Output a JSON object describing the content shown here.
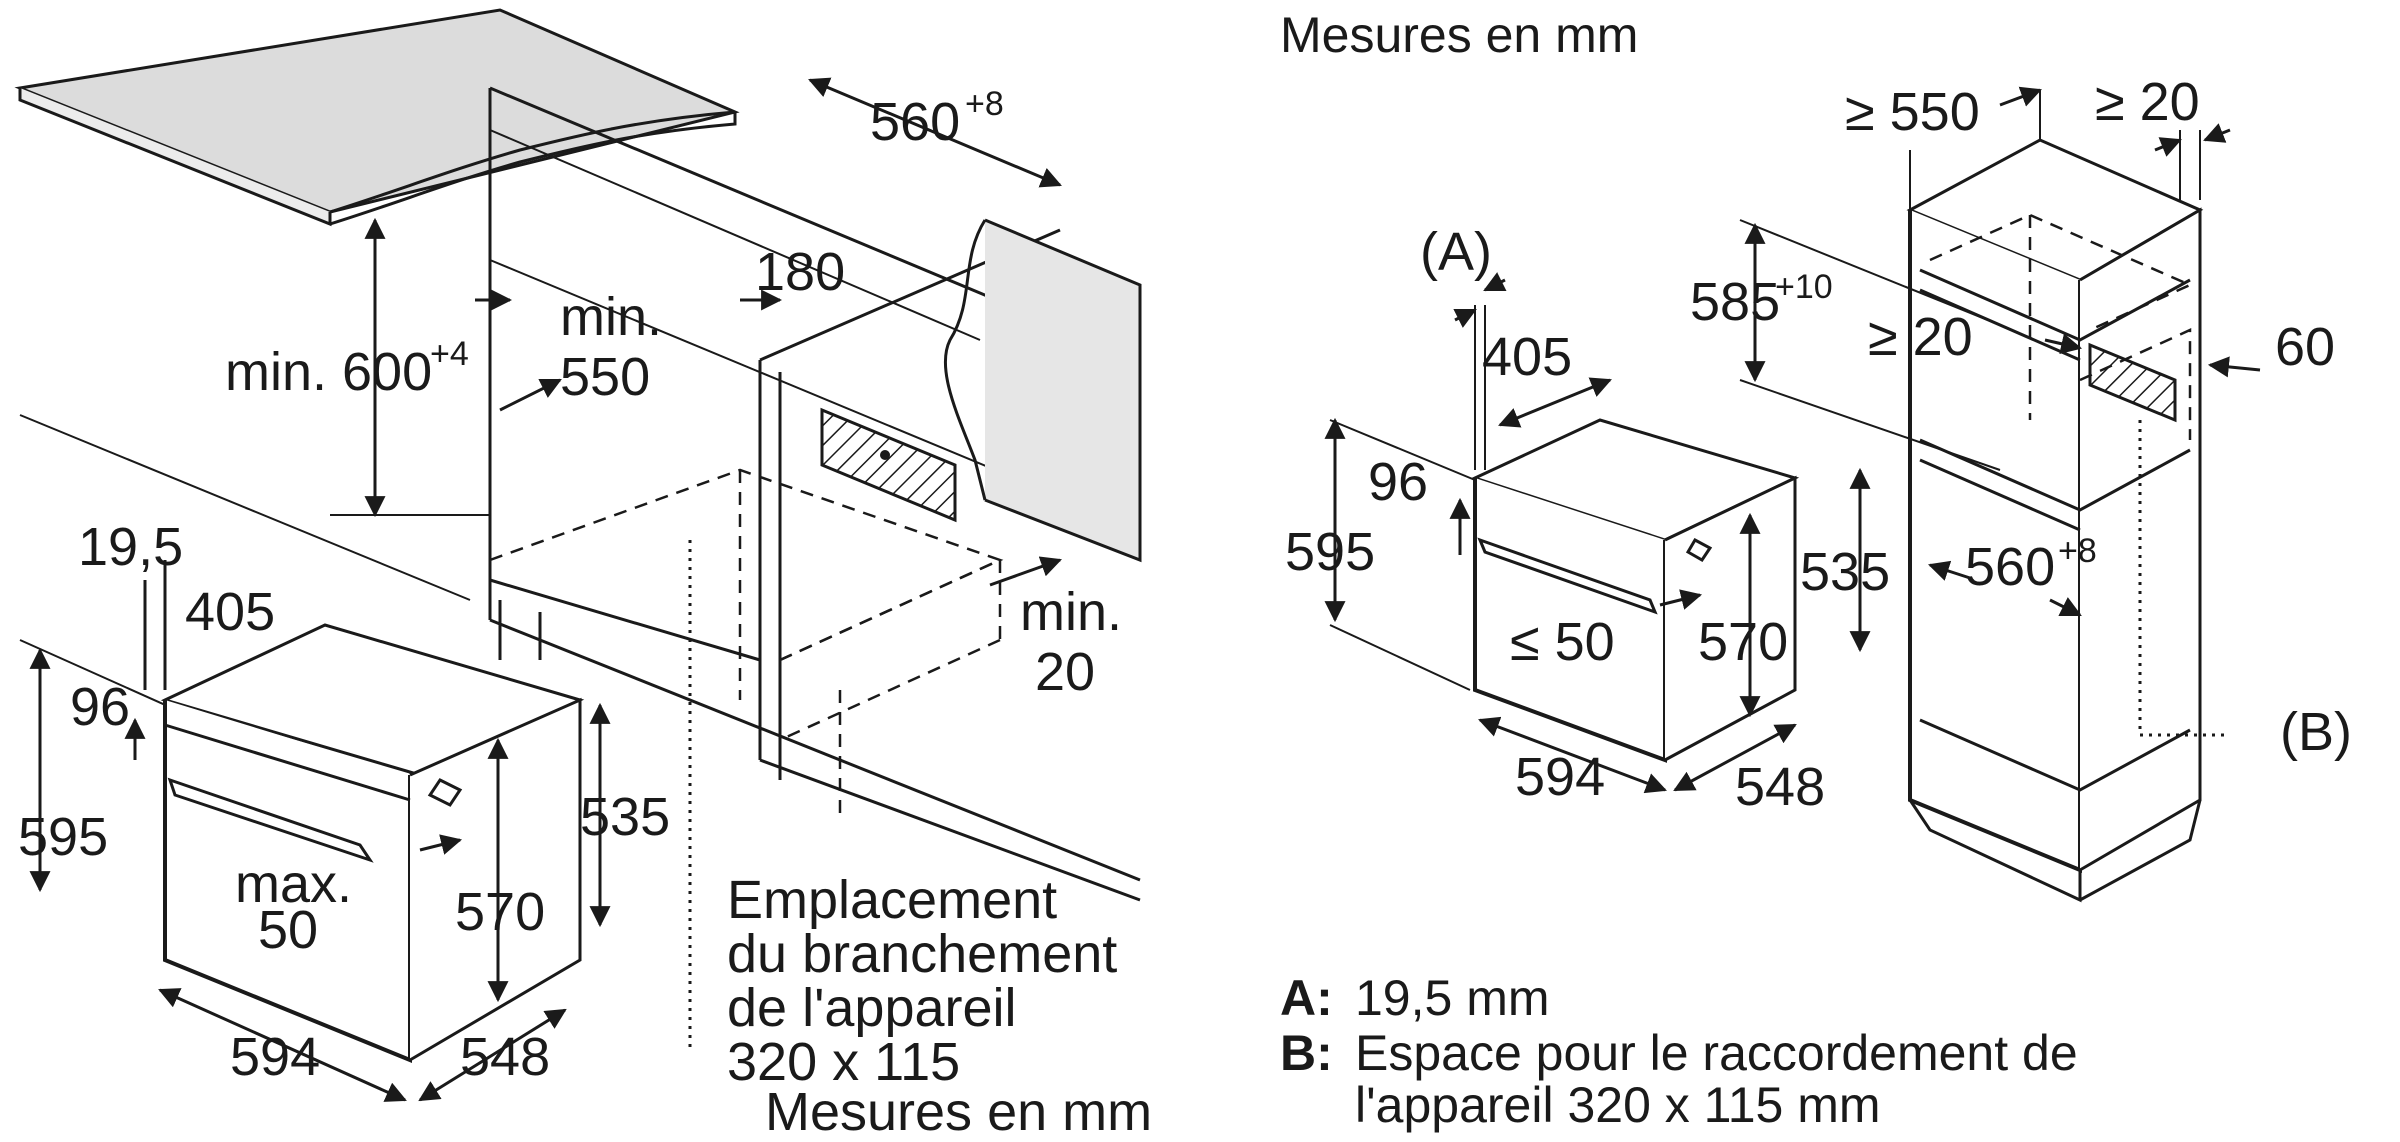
{
  "left": {
    "dim_depth_niche": "560",
    "dim_depth_niche_tol": "+8",
    "dim_height_niche": "min. 600",
    "dim_height_niche_tol": "+4",
    "dim_width_niche_line1": "min.",
    "dim_width_niche_line2": "550",
    "dim_outlet": "180",
    "dim_front_line1": "min.",
    "dim_front_line2": "20",
    "dim_a": "19,5",
    "dim_top_depth": "405",
    "dim_96": "96",
    "dim_height": "595",
    "dim_535": "535",
    "dim_handle_line1": "max.",
    "dim_handle_line2": "50",
    "dim_570": "570",
    "dim_width": "594",
    "dim_depth": "548",
    "outlet_line1": "Emplacement",
    "outlet_line2": "du branchement",
    "outlet_line3": "de l'appareil",
    "outlet_line4": "320 x 115",
    "units_note": "Mesures en mm"
  },
  "right": {
    "units_title": "Mesures en mm",
    "label_a": "(A)",
    "label_b": "(B)",
    "dim_405": "405",
    "dim_96": "96",
    "dim_595": "595",
    "dim_535": "535",
    "dim_570": "570",
    "dim_handle": "≤ 50",
    "dim_594": "594",
    "dim_548": "548",
    "dim_550": "≥ 550",
    "dim_20_top": "≥ 20",
    "dim_585": "585",
    "dim_585_tol": "+10",
    "dim_20_mid": "≥ 20",
    "dim_60": "60",
    "dim_560": "560",
    "dim_560_tol": "+8"
  },
  "legend": {
    "a_key": "A:",
    "a_text": "19,5 mm",
    "b_key": "B:",
    "b_text_line1": "Espace pour le raccordement de",
    "b_text_line2": "l'appareil 320 x 115 mm"
  }
}
